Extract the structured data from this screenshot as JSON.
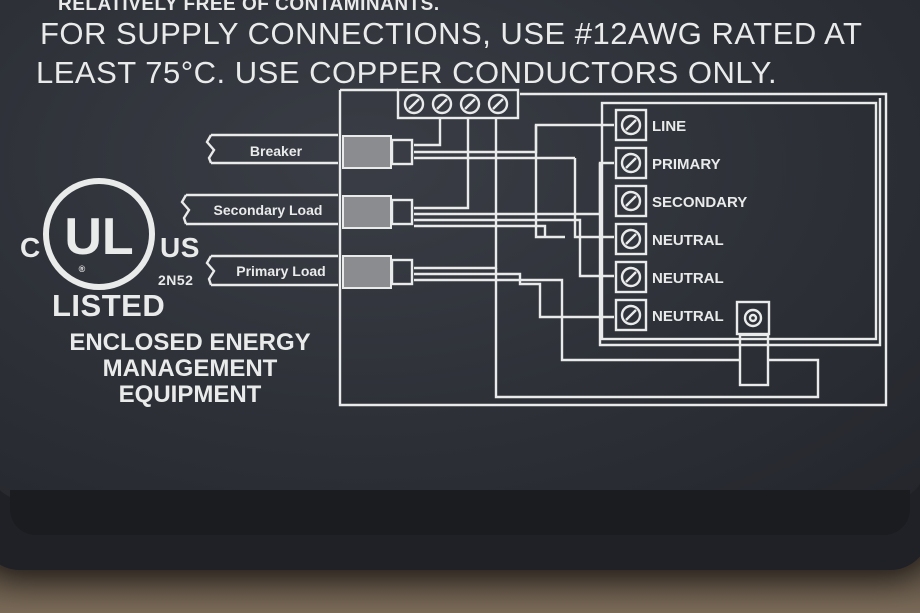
{
  "label": {
    "line1": "RELATIVELY FREE OF CONTAMINANTS.",
    "line2": "FOR SUPPLY CONNECTIONS, USE #12AWG RATED AT",
    "line3": "LEAST 75°C. USE COPPER CONDUCTORS ONLY."
  },
  "certification": {
    "left": "C",
    "mark": "UL",
    "right": "US",
    "registered": "®",
    "code": "2N52",
    "listed": "LISTED",
    "caption": [
      "ENCLOSED ENERGY",
      "MANAGEMENT",
      "EQUIPMENT"
    ]
  },
  "diagram": {
    "inputs": [
      "Breaker",
      "Secondary Load",
      "Primary Load"
    ],
    "terminals": [
      "LINE",
      "PRIMARY",
      "SECONDARY",
      "NEUTRAL",
      "NEUTRAL",
      "NEUTRAL"
    ]
  },
  "colors": {
    "print": "#e9eaea",
    "enclosure": "#2c2f36"
  }
}
